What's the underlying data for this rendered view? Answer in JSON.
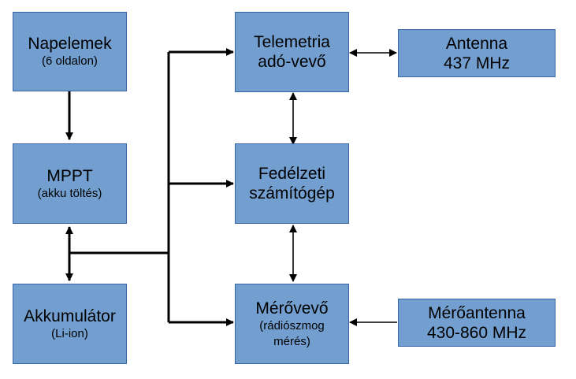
{
  "colors": {
    "box_fill": "#729fcf",
    "box_border": "#3465a4",
    "line": "#000000"
  },
  "blocks": {
    "solar": {
      "title": "Napelemek",
      "sub": "(6 oldalon)"
    },
    "mppt": {
      "title": "MPPT",
      "sub": "(akku töltés)"
    },
    "battery": {
      "title": "Akkumulátor",
      "sub": "(Li-ion)"
    },
    "telemetry": {
      "title": "Telemetria",
      "sub": "adó-vevő"
    },
    "obc": {
      "title": "Fedélzeti",
      "sub": "számítógép"
    },
    "meas": {
      "title": "Mérővevő",
      "sub": "(rádiószmog",
      "sub2": "mérés)"
    },
    "antenna": {
      "title": "Antenna",
      "sub": "437 MHz"
    },
    "meas_ant": {
      "title": "Mérőantenna",
      "sub": "430-860 MHz"
    }
  }
}
